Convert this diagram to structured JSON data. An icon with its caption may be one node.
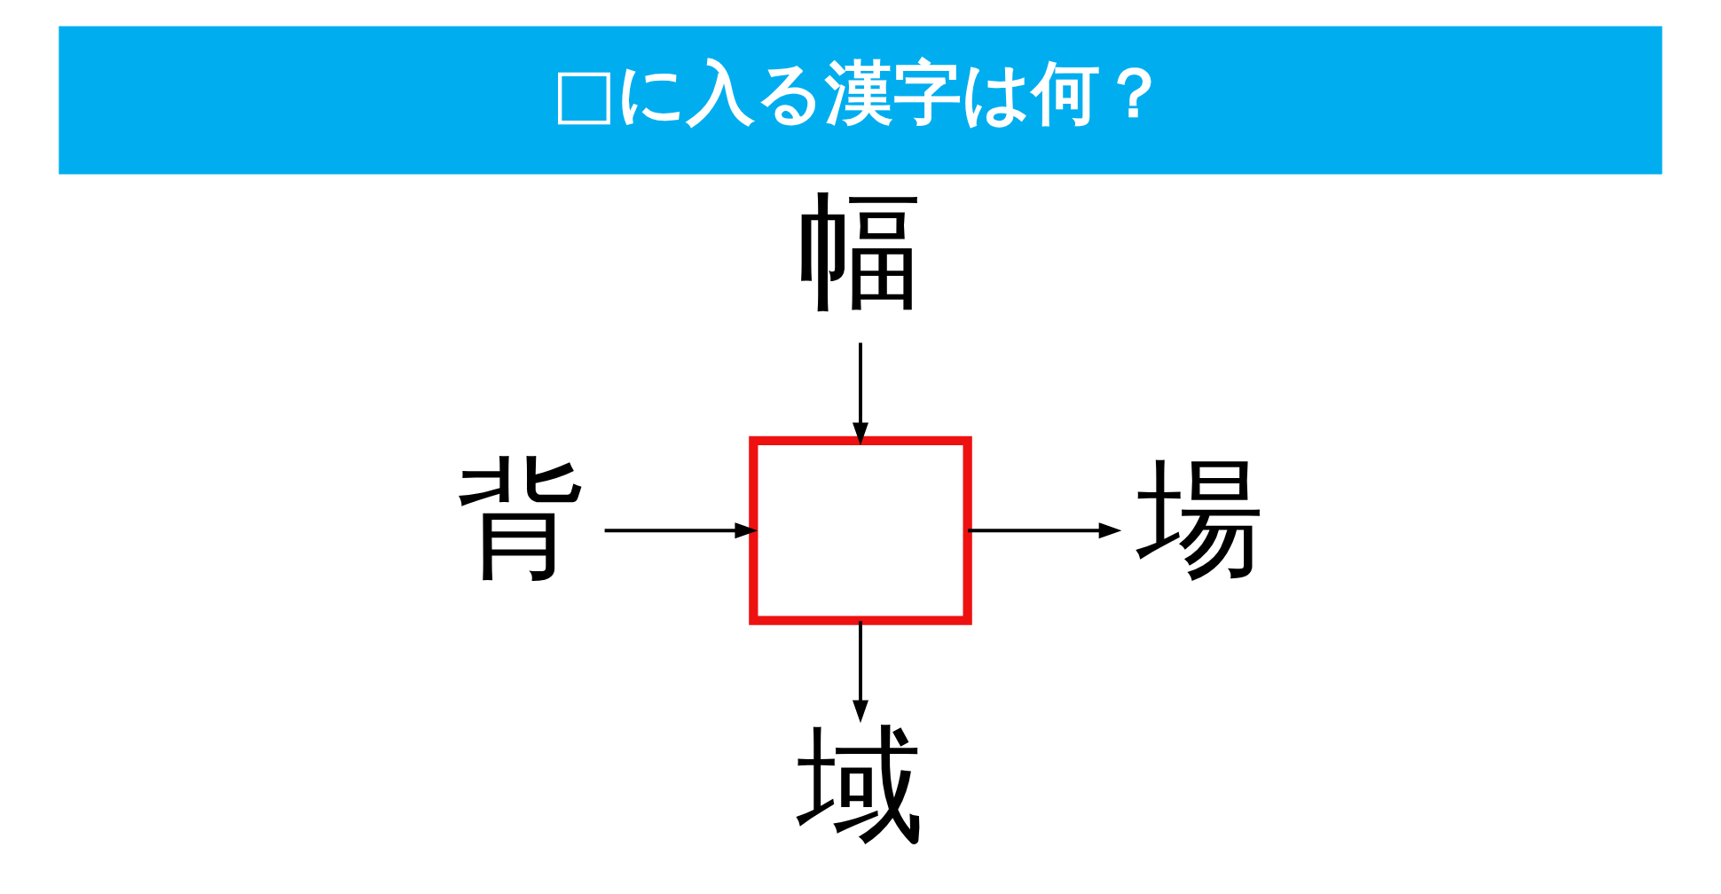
{
  "diagram": {
    "title": "□に入る漢字は何？",
    "nodes": [
      {
        "text": [
          "幅"
        ]
      },
      {
        "text": [
          "背"
        ]
      },
      {
        "text": [],
        "shape": "box"
      },
      {
        "text": [
          "場"
        ]
      },
      {
        "text": [
          "域"
        ]
      }
    ],
    "edges": [
      {
        "from": 0,
        "to": 2,
        "arrow": "to"
      },
      {
        "from": 1,
        "to": 2,
        "arrow": "to"
      },
      {
        "from": 2,
        "to": 3,
        "arrow": "to"
      },
      {
        "from": 2,
        "to": 4,
        "arrow": "to"
      }
    ]
  }
}
